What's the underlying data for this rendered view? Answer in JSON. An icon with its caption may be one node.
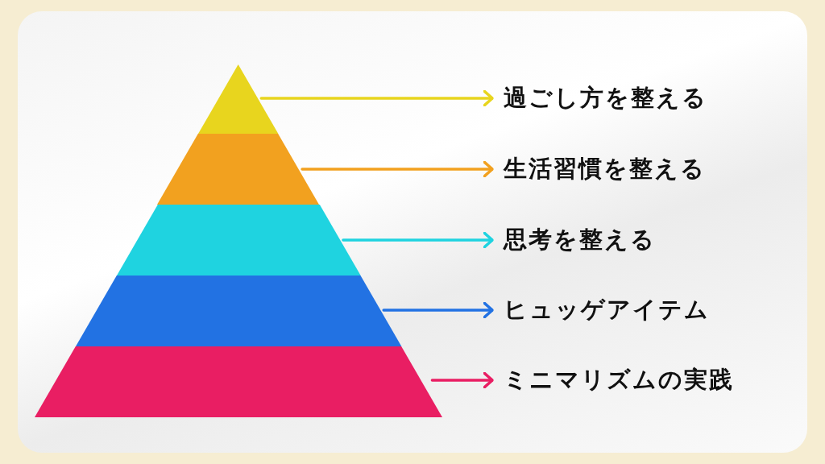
{
  "diagram": {
    "nodes": [
      {
        "text": [],
        "shape": "triangle"
      },
      {
        "text": [],
        "shape": "trapezoid"
      },
      {
        "text": [],
        "shape": "trapezoid"
      },
      {
        "text": [],
        "shape": "trapezoid"
      },
      {
        "text": [],
        "shape": "trapezoid"
      },
      {
        "text": [
          "過ごし方を整える"
        ]
      },
      {
        "text": [
          "生活習慣を整える"
        ]
      },
      {
        "text": [
          "思考を整える"
        ]
      },
      {
        "text": [
          "ヒュッゲアイテム"
        ]
      },
      {
        "text": [
          "ミニマリズムの実践"
        ]
      }
    ],
    "edges": [
      {
        "from": 0,
        "to": 5,
        "arrow": "to",
        "color": "#e8d51e"
      },
      {
        "from": 1,
        "to": 6,
        "arrow": "to",
        "color": "#f2a11f"
      },
      {
        "from": 2,
        "to": 7,
        "arrow": "to",
        "color": "#1fd3e0"
      },
      {
        "from": 3,
        "to": 8,
        "arrow": "to",
        "color": "#2272e3"
      },
      {
        "from": 4,
        "to": 9,
        "arrow": "to",
        "color": "#e91e63"
      }
    ]
  }
}
